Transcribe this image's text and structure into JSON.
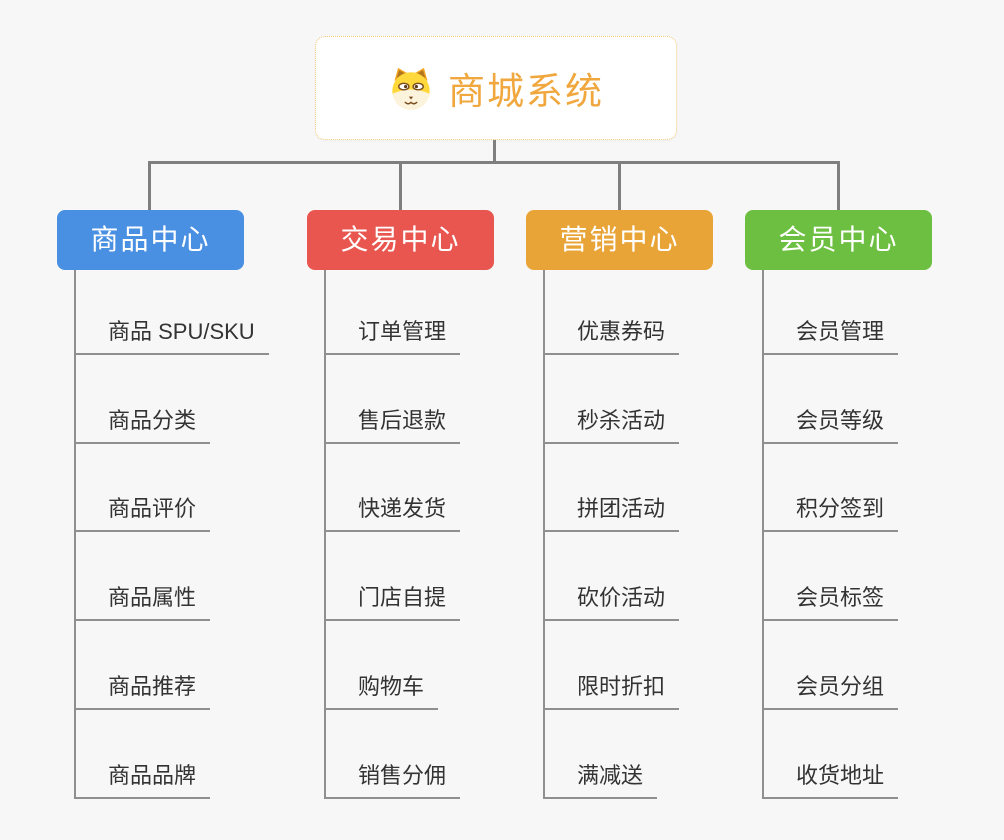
{
  "root": {
    "title": "商城系统",
    "icon": "doge-face-icon"
  },
  "branches": [
    {
      "label": "商品中心",
      "color": "#4a90e2",
      "items": [
        "商品 SPU/SKU",
        "商品分类",
        "商品评价",
        "商品属性",
        "商品推荐",
        "商品品牌"
      ]
    },
    {
      "label": "交易中心",
      "color": "#e8564f",
      "items": [
        "订单管理",
        "售后退款",
        "快递发货",
        "门店自提",
        "购物车",
        "销售分佣"
      ]
    },
    {
      "label": "营销中心",
      "color": "#e9a437",
      "items": [
        "优惠券码",
        "秒杀活动",
        "拼团活动",
        "砍价活动",
        "限时折扣",
        "满减送"
      ]
    },
    {
      "label": "会员中心",
      "color": "#6cbf40",
      "items": [
        "会员管理",
        "会员等级",
        "积分签到",
        "会员标签",
        "会员分组",
        "收货地址"
      ]
    }
  ],
  "colors": {
    "background": "#f7f7f7",
    "root_title": "#f0a73e",
    "root_border": "#f3c97a",
    "node_text": "#ffffff",
    "connector": "#7f7f7f",
    "branch_line": "#8f8f8f",
    "leaf_text": "#333333"
  }
}
